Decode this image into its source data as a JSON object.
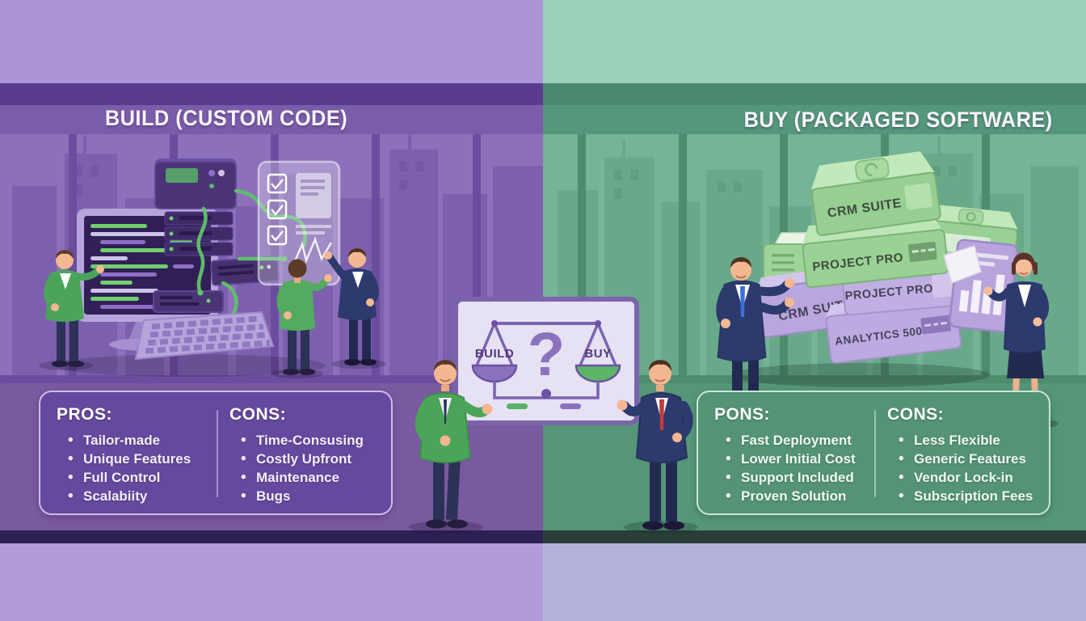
{
  "header": {
    "left_title": "BUILD (CUSTOM CODE)",
    "right_title": "BUY (PACKAGED SOFTWARE)"
  },
  "build_panel": {
    "pros_title": "PROS:",
    "pros_items": [
      "Tailor-made",
      "Unique Features",
      "Full Control",
      "Scalabiity"
    ],
    "cons_title": "CONS:",
    "cons_items": [
      "Time-Consusing",
      "Costly Upfront",
      "Maintenance",
      "Bugs"
    ]
  },
  "buy_panel": {
    "pros_title": "PONS:",
    "pros_items": [
      "Fast Deployment",
      "Lower Initial Cost",
      "Support Included",
      "Proven Solution"
    ],
    "cons_title": "CONS:",
    "cons_items": [
      "Less Flexible",
      "Generic Features",
      "Vendor Lock-in",
      "Subscription Fees"
    ]
  },
  "sign": {
    "question_mark": "?",
    "left_pan_label": "BUILD",
    "right_pan_label": "BUY"
  },
  "software_stack": {
    "boxes": [
      "CRM SUITE",
      "PROJECT PRO",
      "PROJECT PRO",
      "CRM SUITE",
      "ANALYTICS 500"
    ]
  },
  "colors": {
    "purple_wall": "#7b5caa",
    "purple_light_strip": "#ab95d7",
    "purple_dark_band": "#5a3c8e",
    "green_wall": "#57997c",
    "green_light_strip": "#9ccfba",
    "green_dark_band": "#4a8a6e",
    "accent_green": "#57b36a",
    "accent_purple": "#8a72bd",
    "sign_board": "#e6e1f3",
    "sign_border": "#7c64ac",
    "bottom_strip_left": "#b29bda",
    "bottom_strip_right": "#b3b2dd"
  }
}
